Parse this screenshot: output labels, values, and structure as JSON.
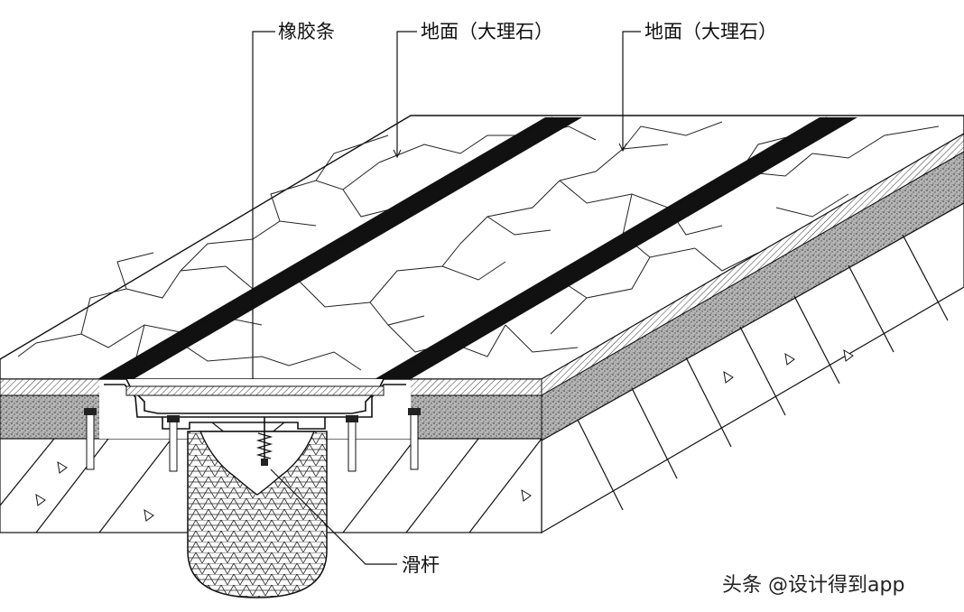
{
  "labels": {
    "rubber_strip": "橡胶条",
    "floor_marble_1": "地面（大理石）",
    "floor_marble_2": "地面（大理石）",
    "slide_bar": "滑杆"
  },
  "watermark": "头条 @设计得到app",
  "colors": {
    "line": "#111111",
    "strip": "#111111",
    "mortar": "#9a9a9a",
    "background": "#ffffff"
  }
}
